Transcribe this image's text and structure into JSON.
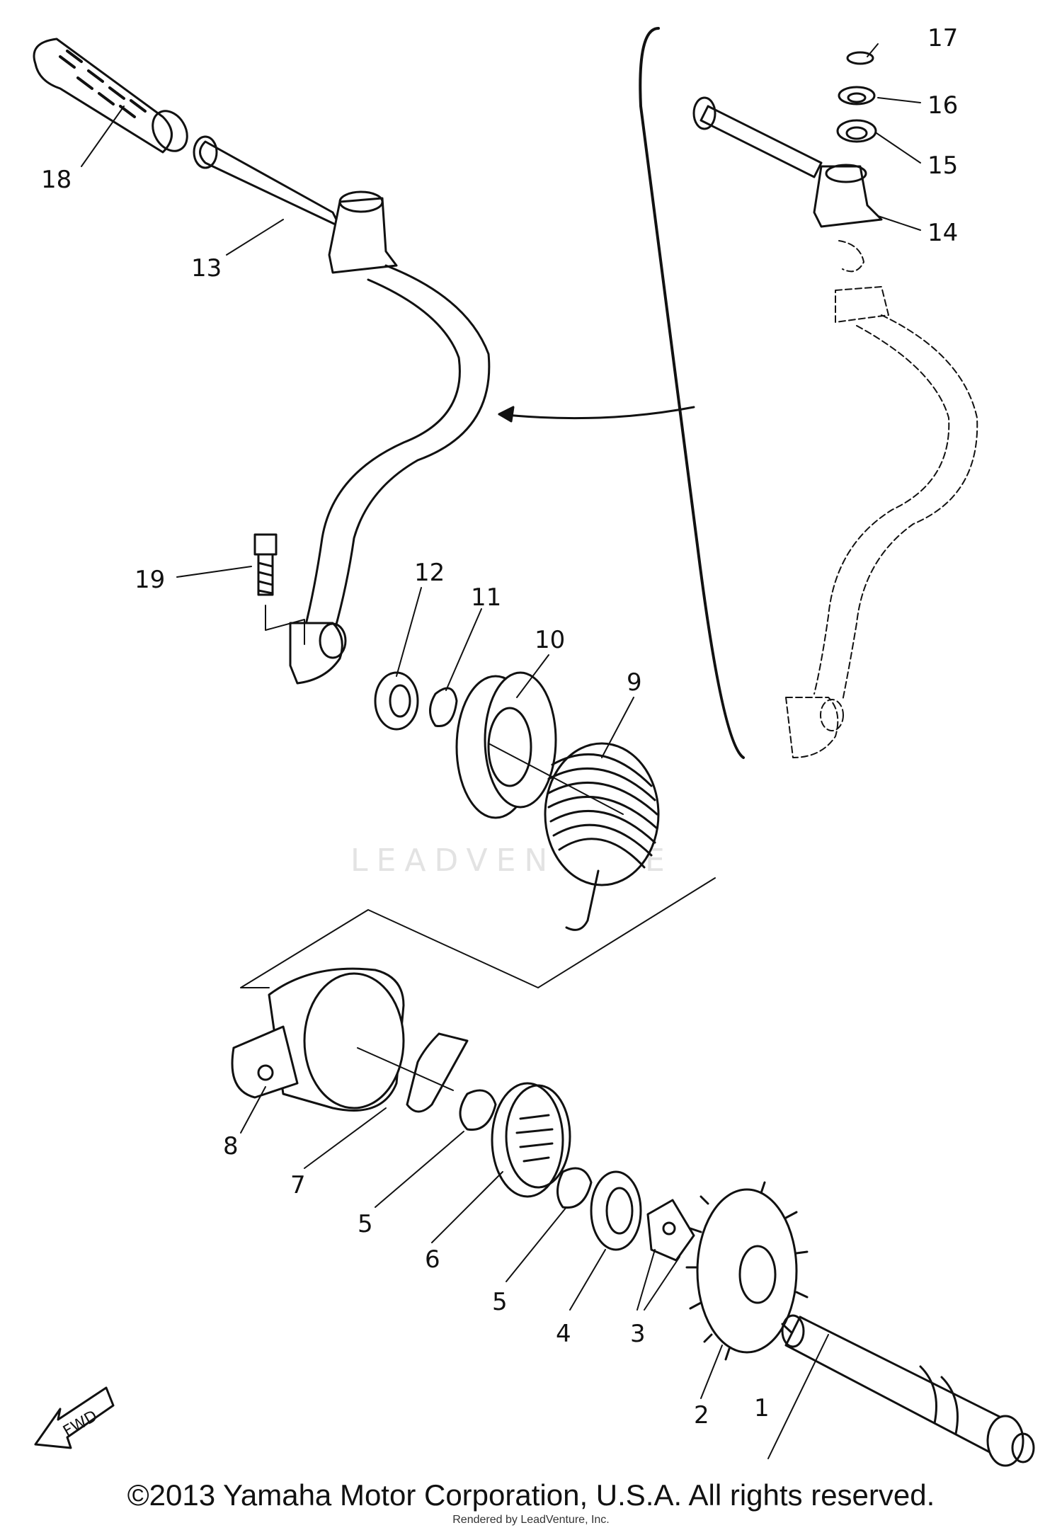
{
  "labels": {
    "p1": "1",
    "p2": "2",
    "p3": "3",
    "p4": "4",
    "p5a": "5",
    "p5b": "5",
    "p6": "6",
    "p7": "7",
    "p8": "8",
    "p9": "9",
    "p10": "10",
    "p11": "11",
    "p12": "12",
    "p13": "13",
    "p14": "14",
    "p15": "15",
    "p16": "16",
    "p17": "17",
    "p18": "18",
    "p19": "19"
  },
  "fwd": "FWD",
  "watermark": "LEADVENTURE",
  "footer": {
    "copyright": "©2013 Yamaha Motor Corporation, U.S.A. All rights reserved.",
    "credit": "Rendered by LeadVenture, Inc."
  }
}
